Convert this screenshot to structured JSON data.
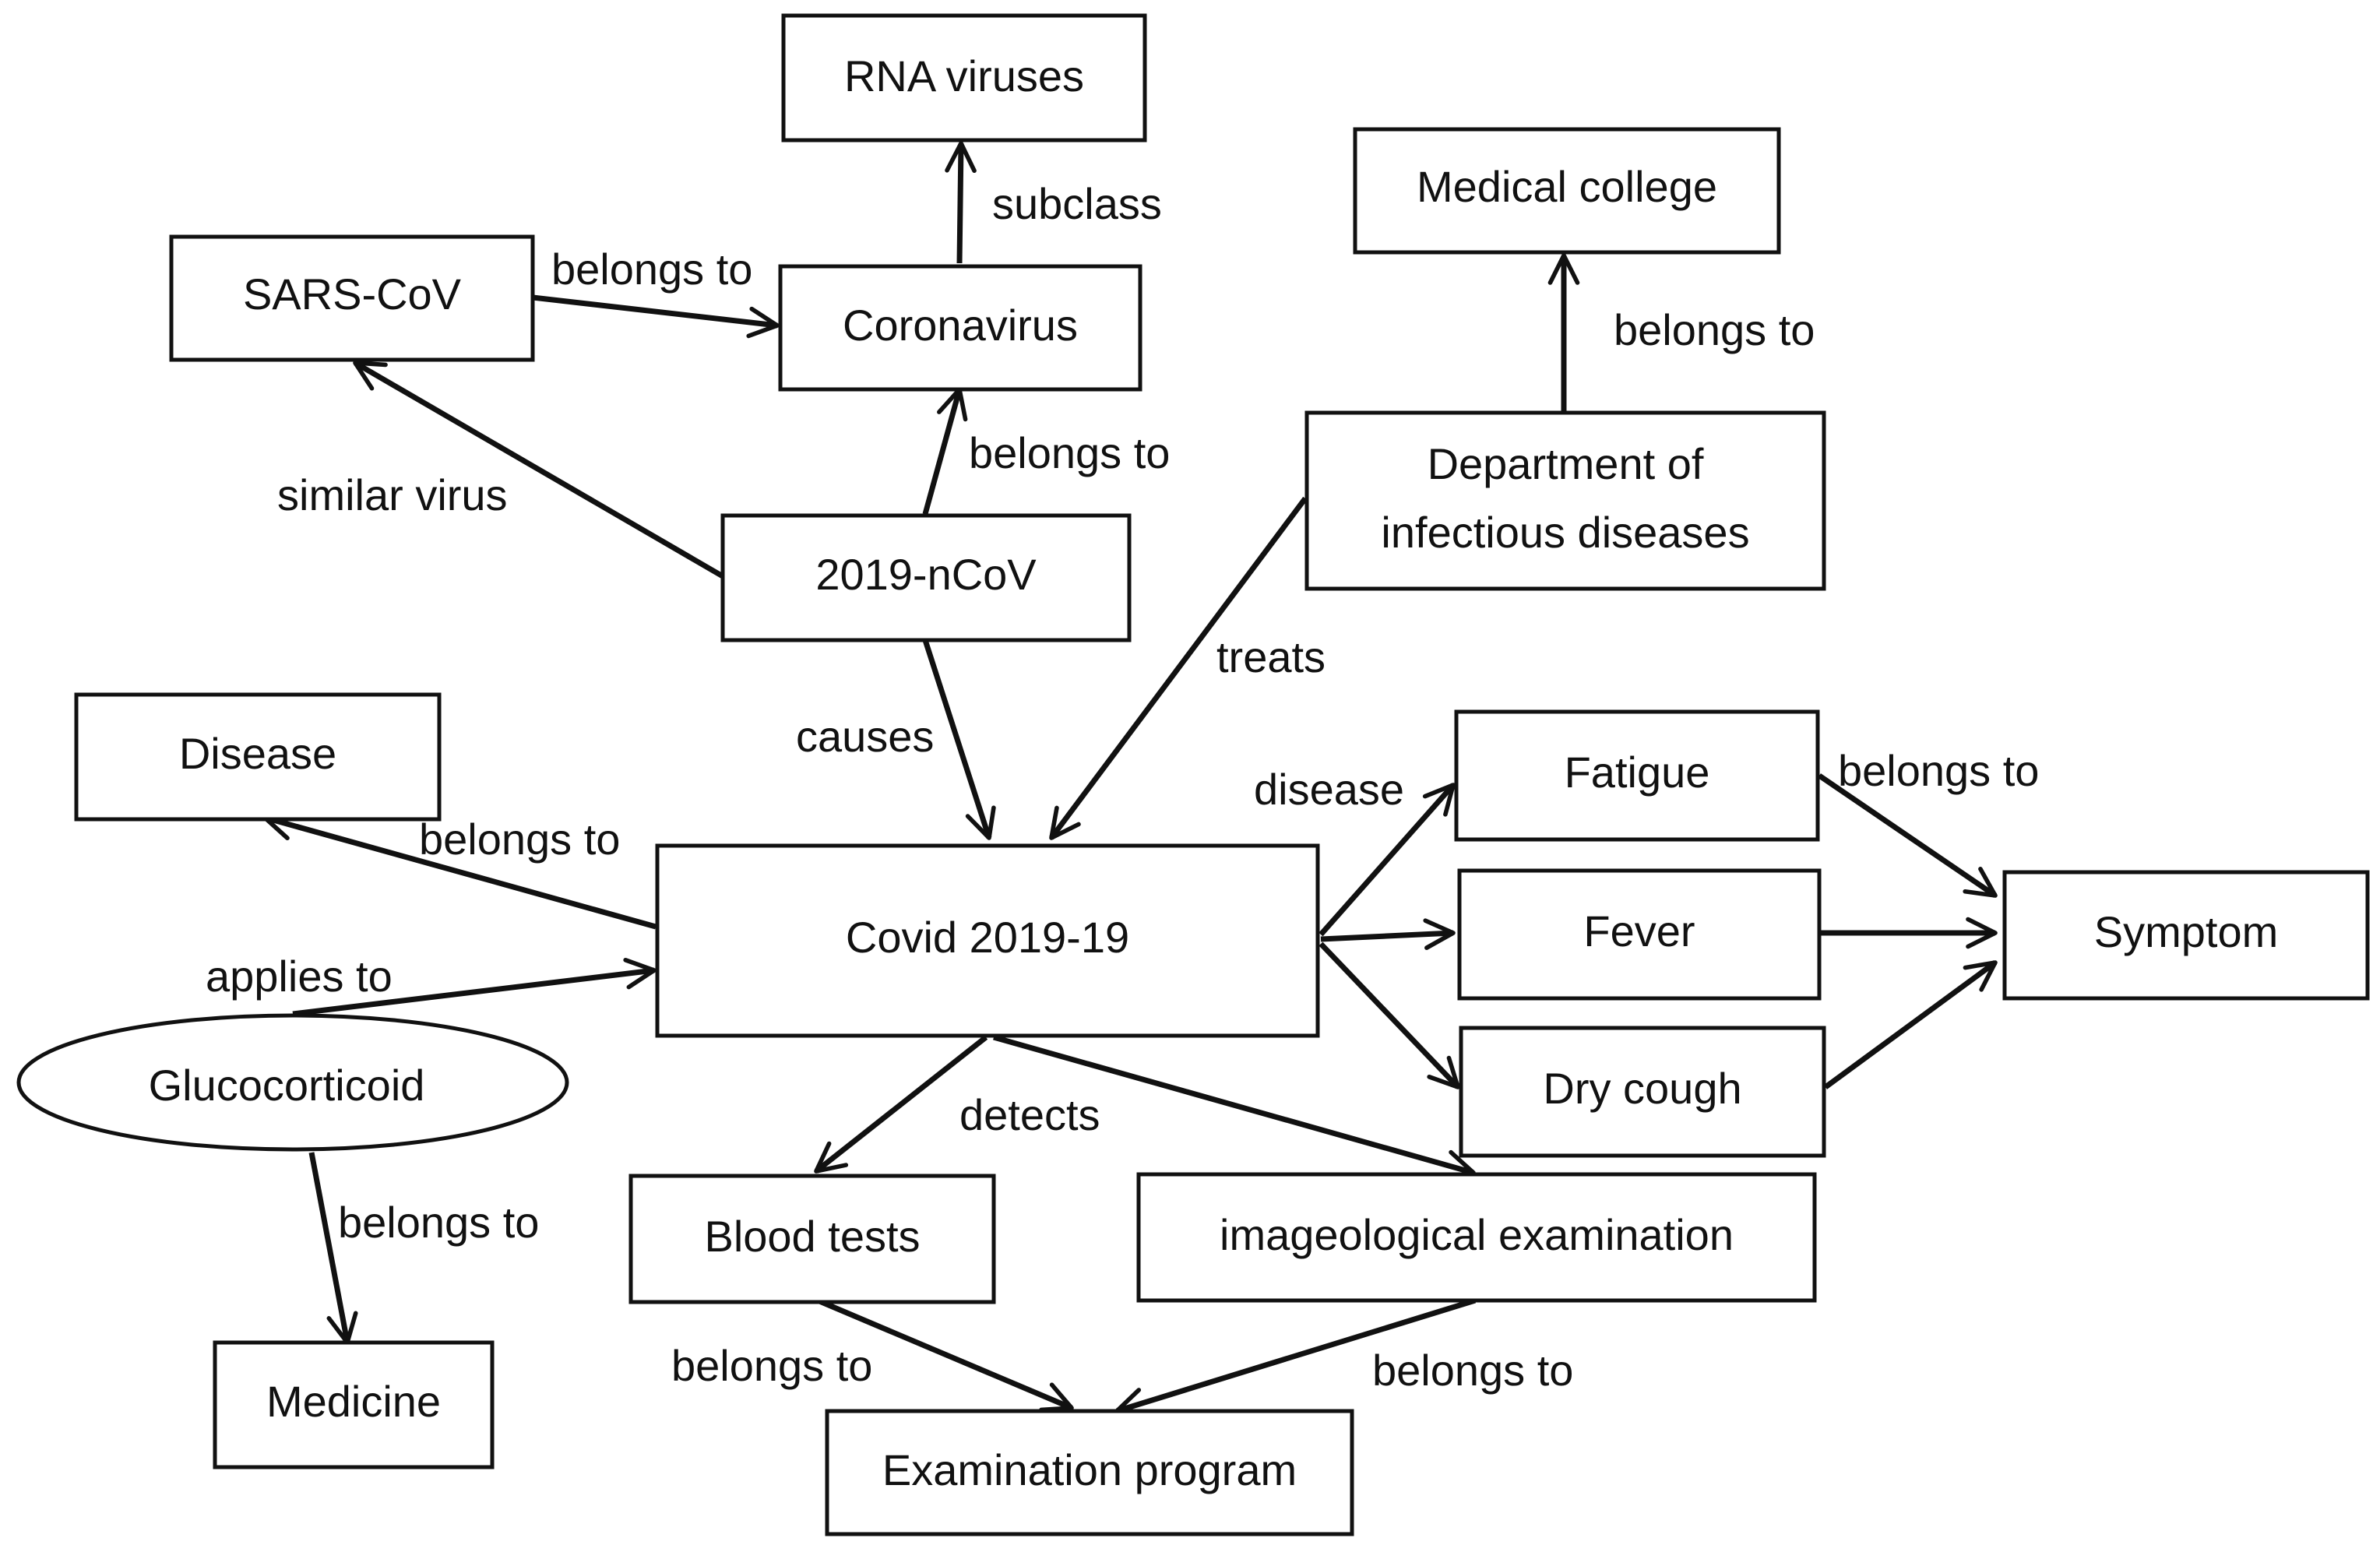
{
  "diagram": {
    "nodes": {
      "rna_viruses": "RNA viruses",
      "medical_college": "Medical college",
      "sars_cov": "SARS-CoV",
      "coronavirus": "Coronavirus",
      "dept_line1": "Department of",
      "dept_line2": "infectious diseases",
      "ncov": "2019-nCoV",
      "disease": "Disease",
      "covid": "Covid 2019-19",
      "fatigue": "Fatigue",
      "fever": "Fever",
      "dry_cough": "Dry cough",
      "symptom": "Symptom",
      "glucocorticoid": "Glucocorticoid",
      "medicine": "Medicine",
      "blood_tests": "Blood tests",
      "imaging": "imageological examination",
      "exam_program": "Examination program"
    },
    "edge_labels": {
      "subclass": "subclass",
      "sars_belongs": "belongs to",
      "college_belongs": "belongs to",
      "similar_virus": "similar virus",
      "ncov_belongs": "belongs to",
      "treats": "treats",
      "causes": "causes",
      "disease_rel": "disease",
      "fatigue_belongs": "belongs to",
      "covid_belongs": "belongs to",
      "applies_to": "applies to",
      "detects": "detects",
      "gluco_belongs": "belongs to",
      "blood_belongs": "belongs to",
      "imaging_belongs": "belongs to"
    }
  },
  "colors": {
    "stroke": "#111111",
    "background": "#ffffff"
  }
}
